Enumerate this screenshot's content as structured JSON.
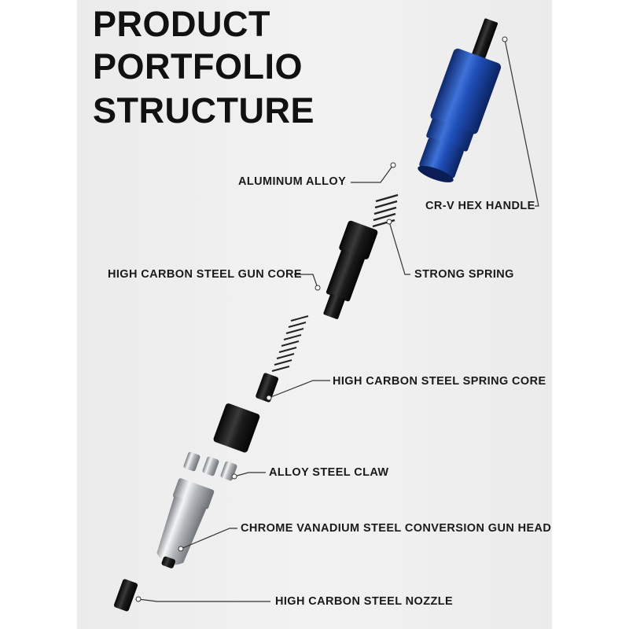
{
  "title": {
    "lines": [
      "PRODUCT",
      "PORTFOLIO",
      "STRUCTURE"
    ]
  },
  "labels": {
    "aluminum_alloy": "ALUMINUM ALLOY",
    "crv_hex_handle": "CR-V HEX HANDLE",
    "strong_spring": "STRONG SPRING",
    "gun_core": "HIGH CARBON STEEL GUN CORE",
    "spring_core": "HIGH CARBON STEEL SPRING CORE",
    "alloy_claw": "ALLOY STEEL CLAW",
    "gun_head": "CHROME VANADIUM STEEL CONVERSION GUN HEAD",
    "nozzle": "HIGH CARBON STEEL NOZZLE"
  },
  "colors": {
    "blue_body": "#1f4fb8",
    "blue_dark": "#0f2a6e",
    "blue_light": "#4d7fe0",
    "black_part": "#161616",
    "chrome": "#b9bcc0",
    "leader": "#333333"
  }
}
